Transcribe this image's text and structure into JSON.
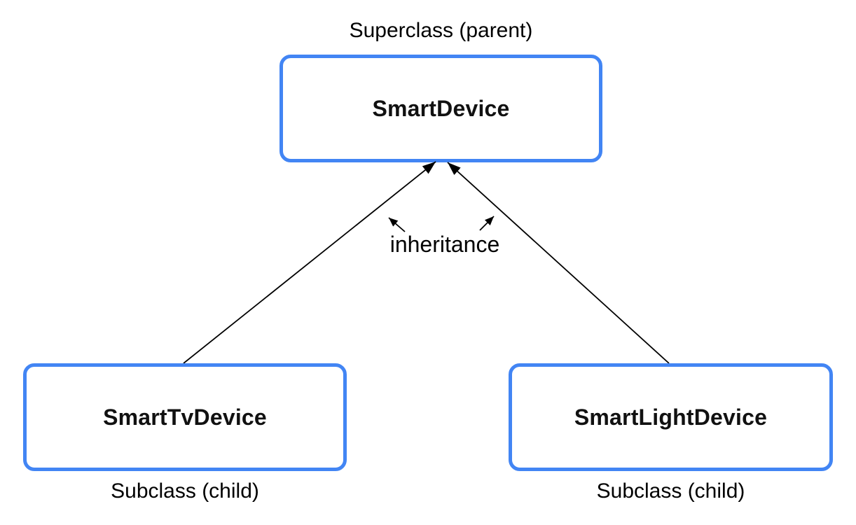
{
  "diagram": {
    "parent": {
      "label": "Superclass (parent)",
      "title": "SmartDevice"
    },
    "children": [
      {
        "title": "SmartTvDevice",
        "label": "Subclass (child)"
      },
      {
        "title": "SmartLightDevice",
        "label": "Subclass (child)"
      }
    ],
    "relationship_label": "inheritance",
    "colors": {
      "box_border": "#4285F4",
      "box_fill": "#FFFFFF",
      "arrow": "#000000",
      "text": "#000000"
    }
  }
}
